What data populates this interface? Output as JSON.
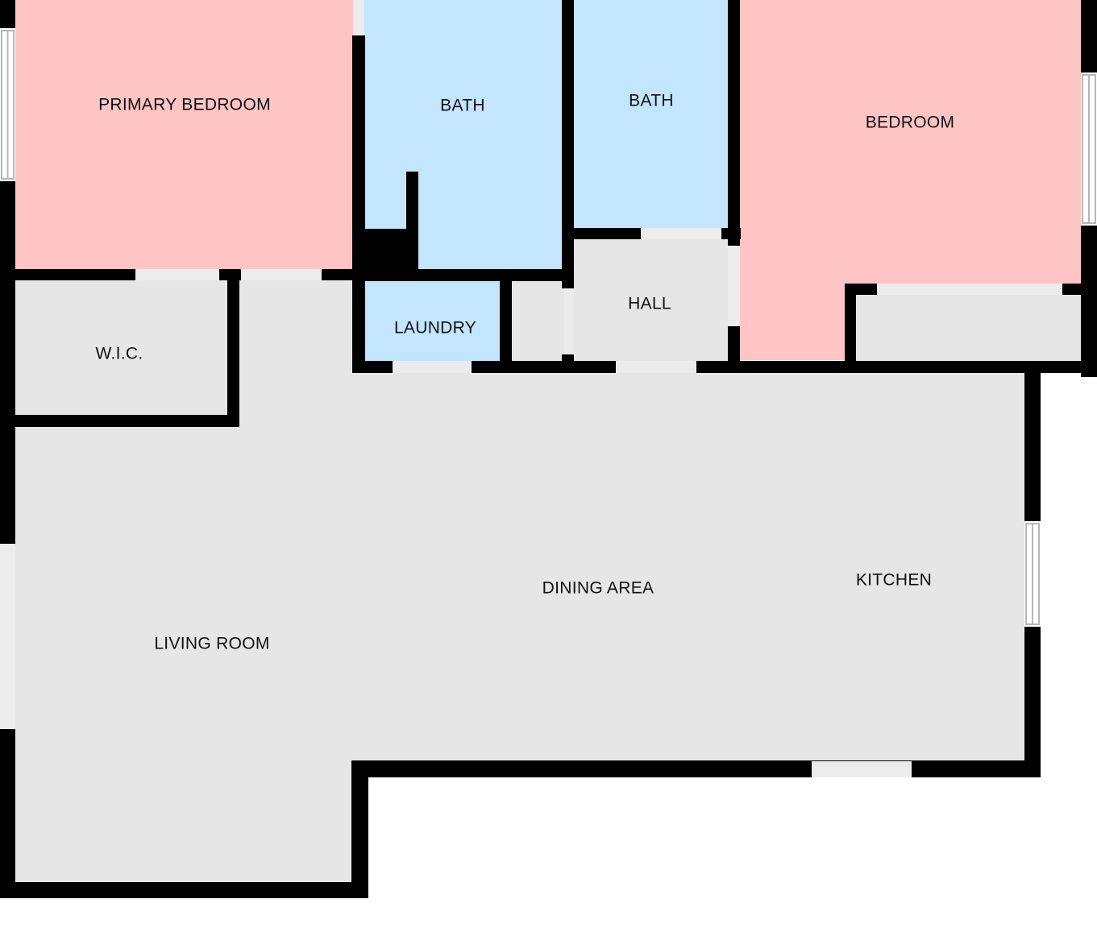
{
  "colors": {
    "bedroom": "#ffc4c4",
    "bath": "#c3e5fd",
    "common": "#e6e6e6",
    "wall": "#000000",
    "opening": "#ececec",
    "background": "#ffffff"
  },
  "rooms": {
    "primary_bedroom": "PRIMARY BEDROOM",
    "bath_1": "BATH",
    "bath_2": "BATH",
    "bedroom": "BEDROOM",
    "wic": "W.I.C.",
    "laundry": "LAUNDRY",
    "hall": "HALL",
    "dining_area": "DINING AREA",
    "kitchen": "KITCHEN",
    "living_room": "LIVING ROOM"
  }
}
